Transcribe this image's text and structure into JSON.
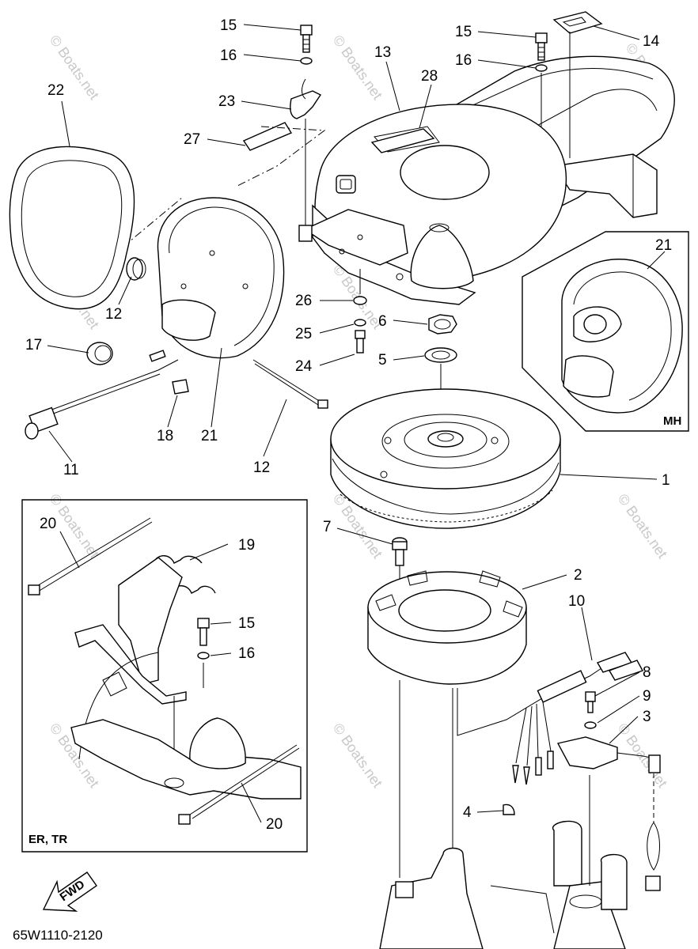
{
  "diagram": {
    "watermark": "© Boats.net",
    "diagram_code": "65W1110-2120",
    "fwd_label": "FWD",
    "inset_mh_label": "MH",
    "inset_ertr_label": "ER, TR",
    "callouts": {
      "c1": "1",
      "c2": "2",
      "c3": "3",
      "c4": "4",
      "c5": "5",
      "c6": "6",
      "c7": "7",
      "c8": "8",
      "c9": "9",
      "c10": "10",
      "c11": "11",
      "c12a": "12",
      "c12b": "12",
      "c13": "13",
      "c14": "14",
      "c15a": "15",
      "c15b": "15",
      "c15c": "15",
      "c16a": "16",
      "c16b": "16",
      "c16c": "16",
      "c17": "17",
      "c18": "18",
      "c19": "19",
      "c20a": "20",
      "c20b": "20",
      "c21a": "21",
      "c21b": "21",
      "c22": "22",
      "c23": "23",
      "c24": "24",
      "c25": "25",
      "c26": "26",
      "c27": "27",
      "c28": "28"
    }
  }
}
